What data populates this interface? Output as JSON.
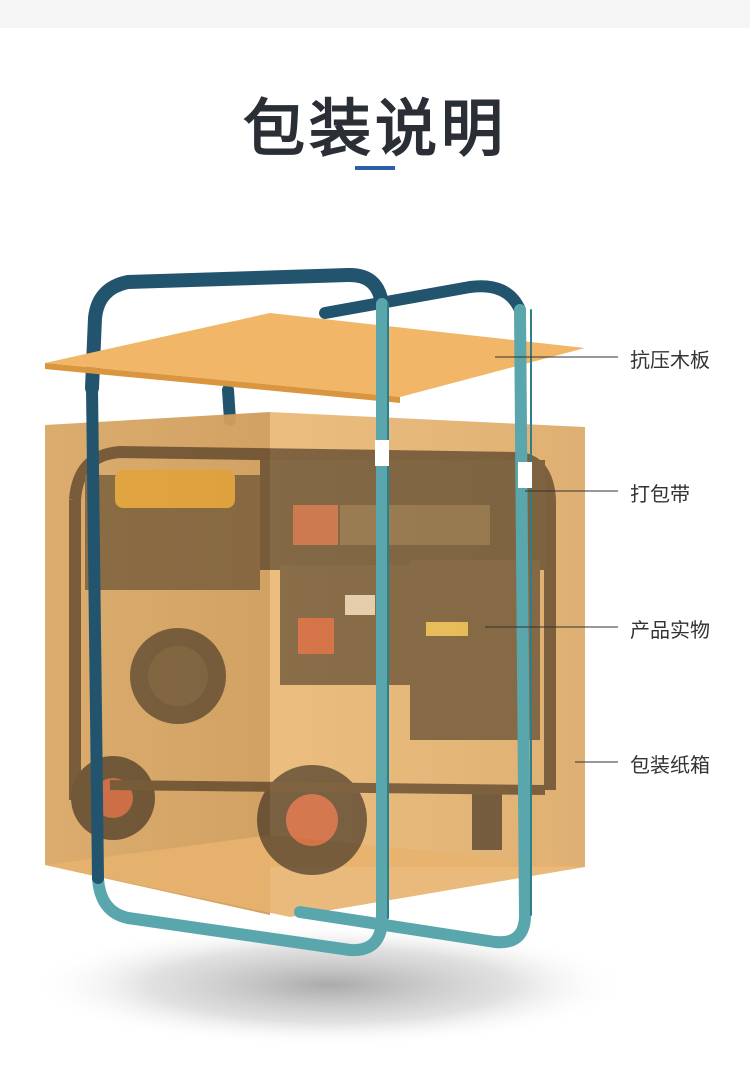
{
  "page": {
    "title": "包装说明"
  },
  "labels": [
    {
      "id": "pressure-board",
      "text": "抗压木板"
    },
    {
      "id": "packing-strap",
      "text": "打包带"
    },
    {
      "id": "product",
      "text": "产品实物"
    },
    {
      "id": "carton",
      "text": "包装纸箱"
    }
  ],
  "colors": {
    "title": "#2a2e35",
    "accent_underline": "#2d5ea8",
    "board": "#f1b667",
    "carton": "#d9a45f",
    "strap_dark": "#22546e",
    "strap_light": "#5aa6ad",
    "generator_frame": "#3a2b1a"
  }
}
